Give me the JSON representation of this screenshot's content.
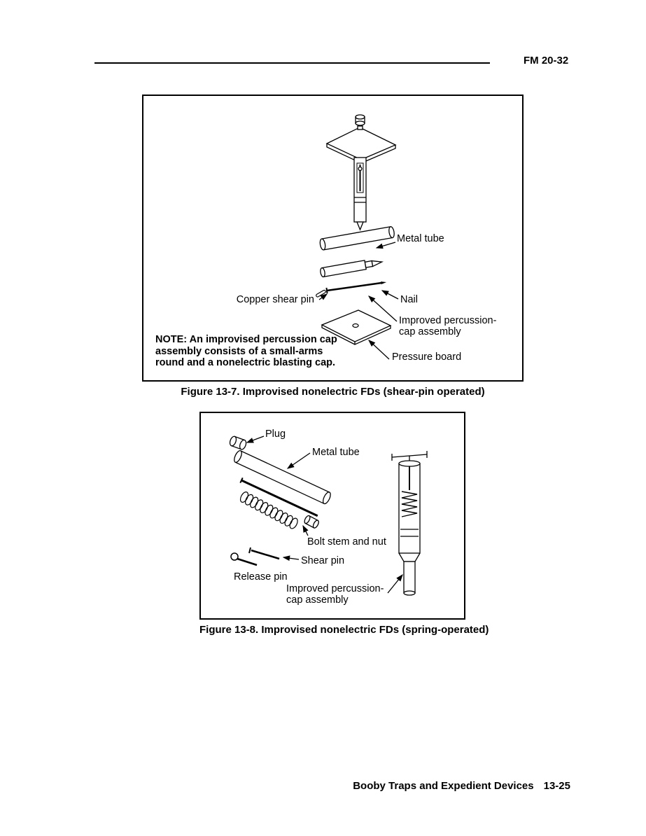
{
  "page": {
    "header": "FM 20-32",
    "footer_text": "Booby Traps and Expedient Devices",
    "footer_page": "13-25",
    "ink_color": "#000000",
    "paper_color": "#ffffff"
  },
  "figure1": {
    "caption": "Figure 13-7. Improvised nonelectric FDs (shear-pin operated)",
    "note": [
      "NOTE: An improvised percussion cap",
      "assembly consists of a small-arms",
      "round and a nonelectric blasting cap."
    ],
    "labels": {
      "metal_tube": "Metal tube",
      "nail": "Nail",
      "copper_shear_pin": "Copper shear pin",
      "improved_percussion": [
        "Improved percussion-",
        "cap assembly"
      ],
      "pressure_board": "Pressure board"
    }
  },
  "figure2": {
    "caption": "Figure 13-8. Improvised nonelectric FDs (spring-operated)",
    "labels": {
      "plug": "Plug",
      "metal_tube": "Metal tube",
      "bolt_stem_and_nut": "Bolt stem and nut",
      "shear_pin": "Shear pin",
      "release_pin": "Release pin",
      "improved_percussion": [
        "Improved percussion-",
        "cap assembly"
      ]
    }
  }
}
